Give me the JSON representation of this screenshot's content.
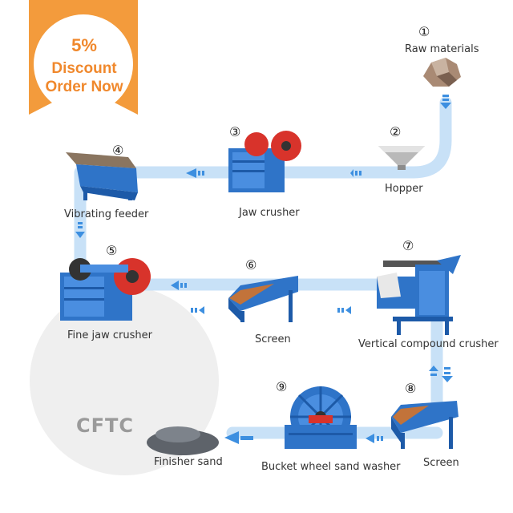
{
  "promo": {
    "percent": "5%",
    "line1": "Discount",
    "line2": "Order Now"
  },
  "logo": "CFTC",
  "steps": [
    {
      "num": "①",
      "label": "Raw materials"
    },
    {
      "num": "②",
      "label": "Hopper"
    },
    {
      "num": "③",
      "label": "Jaw crusher"
    },
    {
      "num": "④",
      "label": "Vibrating feeder"
    },
    {
      "num": "⑤",
      "label": "Fine jaw crusher"
    },
    {
      "num": "⑥",
      "label": "Screen"
    },
    {
      "num": "⑦",
      "label": "Vertical compound crusher"
    },
    {
      "num": "⑧",
      "label": "Screen"
    },
    {
      "num": "⑨",
      "label": "Bucket wheel sand washer"
    }
  ],
  "final_product": "Finisher sand",
  "colors": {
    "flow": "#c8e1f7",
    "arrow": "#3d8fe0",
    "badge": "#f39b3c",
    "machine": "#2f74c8",
    "accent": "#d8332b"
  }
}
